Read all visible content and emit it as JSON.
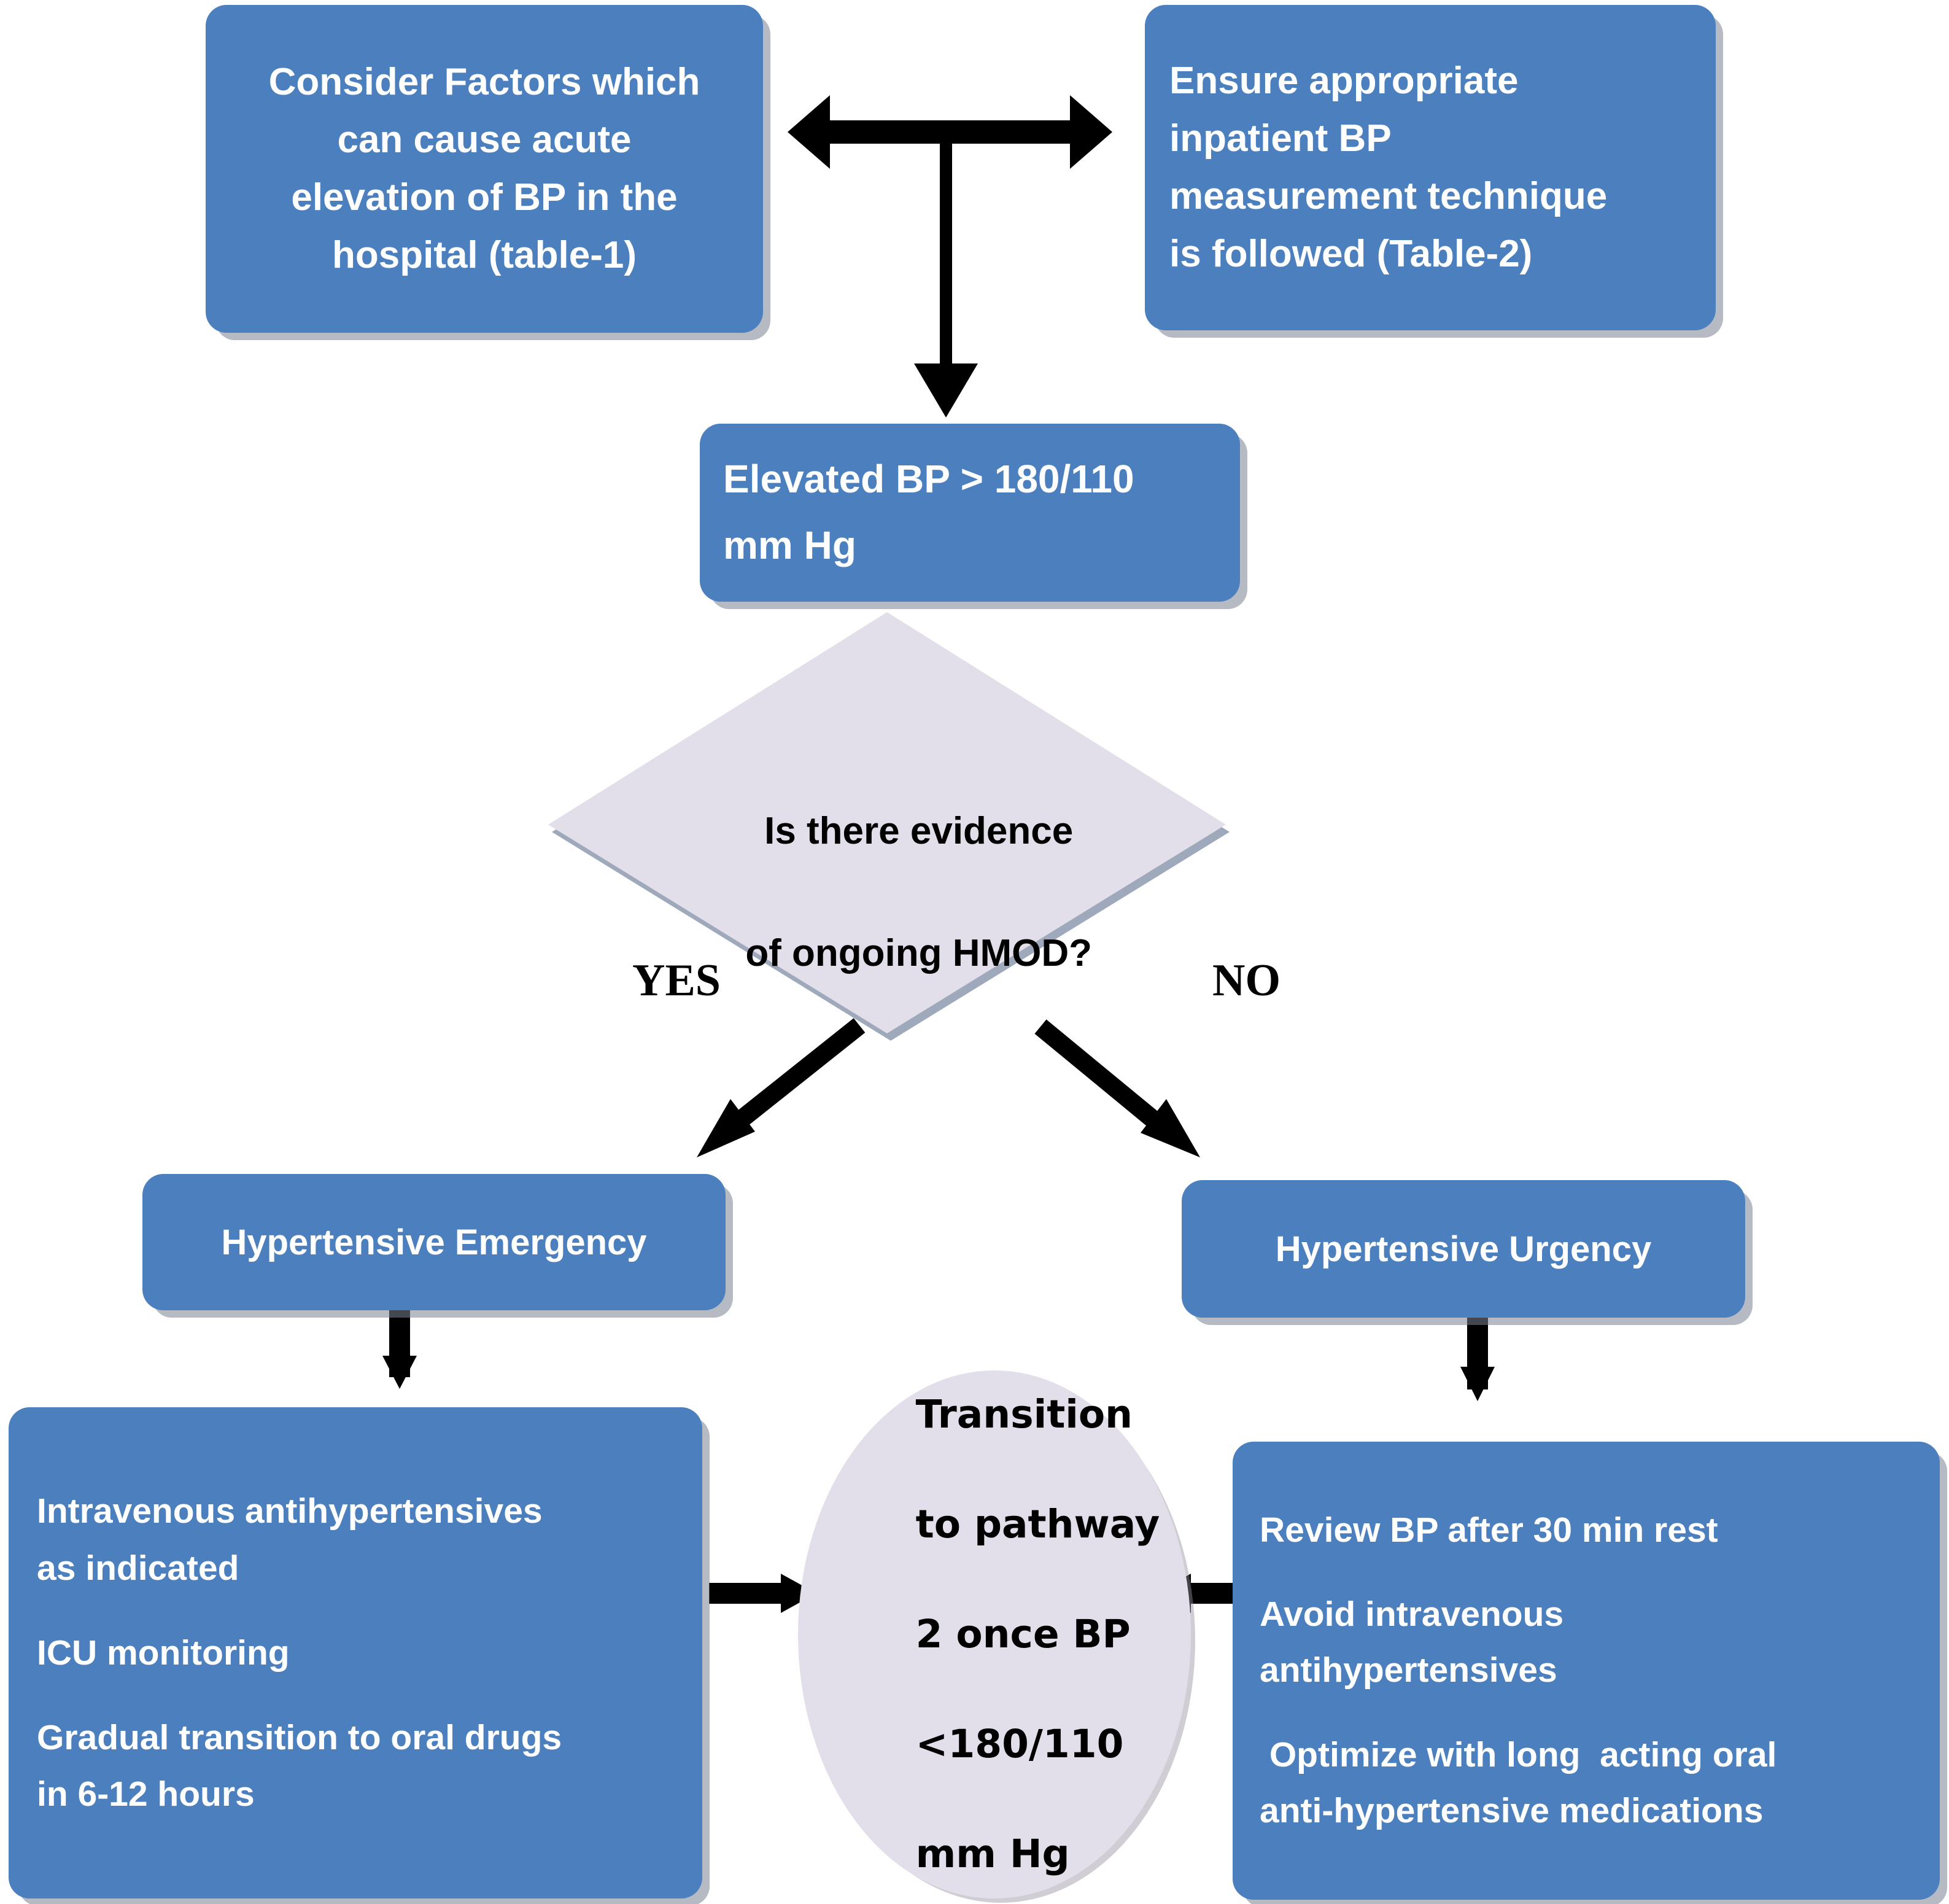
{
  "diagram": {
    "title": "Inpatient elevated blood pressure management pathway",
    "colors": {
      "box_fill": "#4C7FBE",
      "box_text": "#FFFFFF",
      "decision_fill": "#E3DFEA",
      "decision_text": "#000000",
      "oval_fill": "#E3DFEA",
      "oval_text": "#000000",
      "arrow": "#000000",
      "shadow": "#8E96A4",
      "background": "#FFFFFF"
    },
    "nodes": {
      "consider_factors": {
        "type": "process-box",
        "text": "Consider Factors which can cause acute elevation of BP in the hospital (table-1)",
        "lines": [
          "Consider Factors which",
          "can cause acute",
          "elevation of BP in the",
          "hospital (table-1)"
        ],
        "align": "center"
      },
      "ensure_technique": {
        "type": "process-box",
        "text": "Ensure appropriate inpatient BP measurement technique is followed (Table-2)",
        "lines": [
          "Ensure appropriate",
          "inpatient BP",
          "measurement technique",
          "is followed (Table-2)"
        ],
        "align": "left"
      },
      "elevated_bp": {
        "type": "process-box",
        "text": "Elevated BP > 180/110 mm Hg",
        "lines": [
          "Elevated BP > 180/110",
          "mm Hg"
        ],
        "align": "left"
      },
      "decision_hmod": {
        "type": "decision-diamond",
        "text": "Is there evidence of ongoing HMOD?",
        "lines": [
          "Is there evidence",
          "of ongoing HMOD?"
        ]
      },
      "hypertensive_emergency": {
        "type": "process-box",
        "text": "Hypertensive Emergency",
        "lines": [
          "Hypertensive Emergency"
        ],
        "align": "center"
      },
      "hypertensive_urgency": {
        "type": "process-box",
        "text": "Hypertensive Urgency",
        "lines": [
          "Hypertensive Urgency"
        ],
        "align": "center"
      },
      "emergency_actions": {
        "type": "process-box",
        "text": "Intravenous antihypertensives as indicated. ICU monitoring. Gradual transition to oral drugs in 6-12 hours",
        "lines": [
          "Intravenous antihypertensives",
          "as indicated",
          "",
          "ICU monitoring",
          "",
          "Gradual transition to oral drugs",
          "in 6-12 hours"
        ],
        "align": "left"
      },
      "urgency_actions": {
        "type": "process-box",
        "text": "Review BP after 30 min rest. Avoid intravenous antihypertensives. Optimize with long acting oral anti-hypertensive medications",
        "lines": [
          "Review BP after 30 min rest",
          "",
          "Avoid intravenous",
          "antihypertensives",
          "",
          " Optimize with long  acting oral",
          "anti-hypertensive medications"
        ],
        "align": "left"
      },
      "transition_oval": {
        "type": "terminator-oval",
        "text": "Transition to pathway 2 once BP <180/110 mm Hg",
        "lines": [
          "Transition",
          "to pathway",
          "2 once BP",
          "<180/110",
          "mm Hg"
        ]
      }
    },
    "branch_labels": {
      "yes": "YES",
      "no": "NO"
    },
    "edges": [
      {
        "name": "consider-to-ensure-bidirectional",
        "from": "consider_factors",
        "to": "ensure_technique",
        "style": "double-headed-horizontal"
      },
      {
        "name": "top-to-elevated-bp",
        "from": "top-junction",
        "to": "elevated_bp",
        "style": "arrow-down"
      },
      {
        "name": "diamond-yes-branch",
        "from": "decision_hmod",
        "to": "hypertensive_emergency",
        "label": "YES",
        "style": "arrow-diagonal-down-left"
      },
      {
        "name": "diamond-no-branch",
        "from": "decision_hmod",
        "to": "hypertensive_urgency",
        "label": "NO",
        "style": "arrow-diagonal-down-right"
      },
      {
        "name": "emergency-to-actions",
        "from": "hypertensive_emergency",
        "to": "emergency_actions",
        "style": "arrow-down"
      },
      {
        "name": "urgency-to-actions",
        "from": "hypertensive_urgency",
        "to": "urgency_actions",
        "style": "arrow-down"
      },
      {
        "name": "emergency-actions-to-oval",
        "from": "emergency_actions",
        "to": "transition_oval",
        "style": "arrow-right"
      },
      {
        "name": "urgency-actions-to-oval",
        "from": "urgency_actions",
        "to": "transition_oval",
        "style": "arrow-left"
      }
    ]
  }
}
